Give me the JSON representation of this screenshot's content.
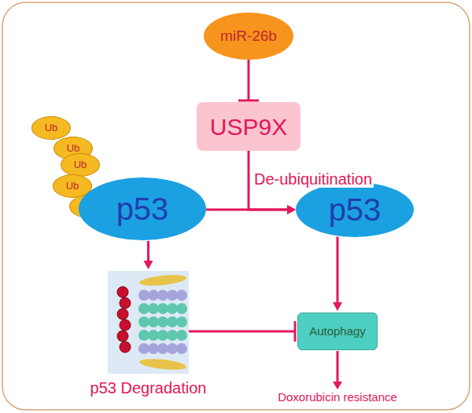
{
  "diagram": {
    "nodes": [
      {
        "text": [
          "miR-26b"
        ]
      },
      {
        "text": [
          "USP9X"
        ]
      },
      {
        "text": [
          "Ub"
        ]
      },
      {
        "text": [
          "Ub"
        ]
      },
      {
        "text": [
          "Ub"
        ]
      },
      {
        "text": [
          "Ub"
        ]
      },
      {
        "text": [
          "Ub"
        ]
      },
      {
        "text": [
          "p53"
        ]
      },
      {
        "text": [
          "p53"
        ]
      },
      {
        "text": [
          "p53 Degradation"
        ]
      },
      {
        "text": [
          "Autophagy"
        ]
      }
    ],
    "edges": [
      {
        "from": 0,
        "to": 1,
        "arrow": "none"
      },
      {
        "from": 7,
        "to": 8,
        "arrow": "to"
      },
      {
        "from": 1,
        "to": 8,
        "label": "De-ubiquitination",
        "arrow": "to"
      },
      {
        "from": 7,
        "to": 9,
        "arrow": "to"
      },
      {
        "from": 8,
        "to": 10,
        "arrow": "to"
      },
      {
        "from": 9,
        "to": 10,
        "arrow": "none"
      }
    ],
    "labels": [
      "Doxorubicin resistance"
    ]
  }
}
